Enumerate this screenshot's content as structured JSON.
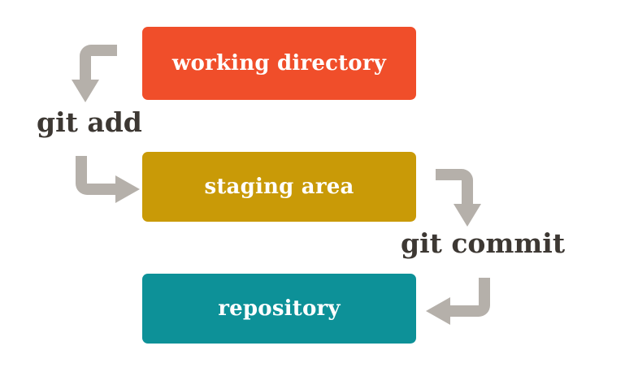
{
  "diagram": {
    "title": "git add / git commit workflow",
    "background_color": "#ffffff",
    "arrow_color": "#B5B0AA",
    "command_text_color": "#3D3833",
    "stage_text_color": "#ffffff"
  },
  "stages": [
    {
      "id": "working-directory",
      "label": "working directory",
      "color": "#F04E2A"
    },
    {
      "id": "staging-area",
      "label": "staging area",
      "color": "#C99A07"
    },
    {
      "id": "repository",
      "label": "repository",
      "color": "#0D9198"
    }
  ],
  "commands": [
    {
      "id": "git-add",
      "label": "git add",
      "from": "working directory",
      "to": "staging area"
    },
    {
      "id": "git-commit",
      "label": "git commit",
      "from": "staging area",
      "to": "repository"
    }
  ],
  "arrows": [
    {
      "id": "arrow-add-down",
      "shape": "elbow-left-then-down",
      "direction": "down"
    },
    {
      "id": "arrow-add-right",
      "shape": "elbow-down-then-right",
      "direction": "right"
    },
    {
      "id": "arrow-commit-down",
      "shape": "elbow-right-then-down",
      "direction": "down"
    },
    {
      "id": "arrow-commit-left",
      "shape": "elbow-down-then-left",
      "direction": "left"
    }
  ]
}
